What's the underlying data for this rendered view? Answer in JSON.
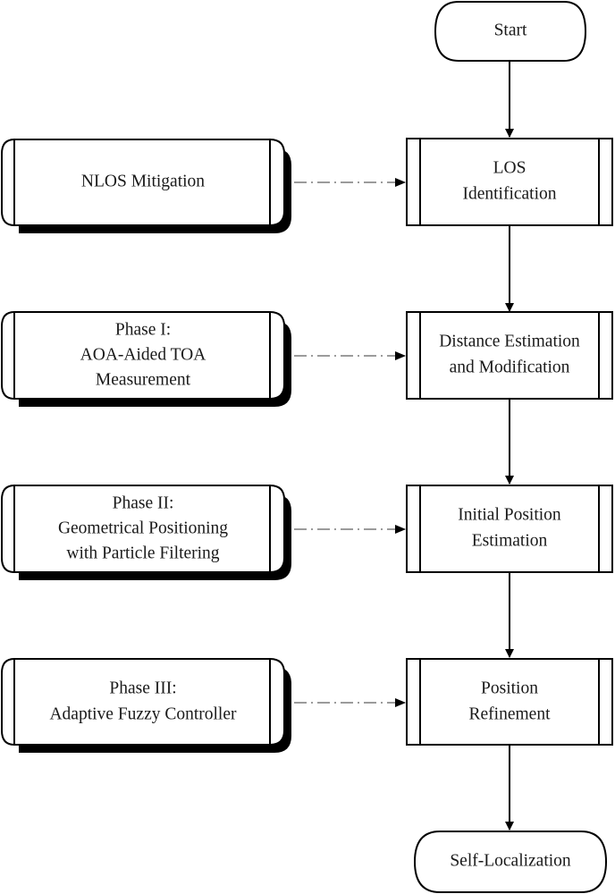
{
  "terminals": {
    "start": "Start",
    "end": "Self-Localization"
  },
  "process": [
    {
      "line1": "LOS",
      "line2": "Identification"
    },
    {
      "line1": "Distance Estimation",
      "line2": "and Modification"
    },
    {
      "line1": "Initial Position",
      "line2": "Estimation"
    },
    {
      "line1": "Position",
      "line2": "Refinement"
    }
  ],
  "methods": [
    {
      "lines": [
        "NLOS Mitigation"
      ]
    },
    {
      "lines": [
        "Phase I:",
        "AOA-Aided TOA",
        "Measurement"
      ]
    },
    {
      "lines": [
        "Phase II:",
        "Geometrical Positioning",
        "with Particle Filtering"
      ]
    },
    {
      "lines": [
        "Phase III:",
        "Adaptive Fuzzy Controller"
      ]
    }
  ],
  "colors": {
    "stroke": "#000000",
    "dashed_connector": "#7a7a7a",
    "text": "#1a1a1a",
    "background": "#ffffff"
  }
}
